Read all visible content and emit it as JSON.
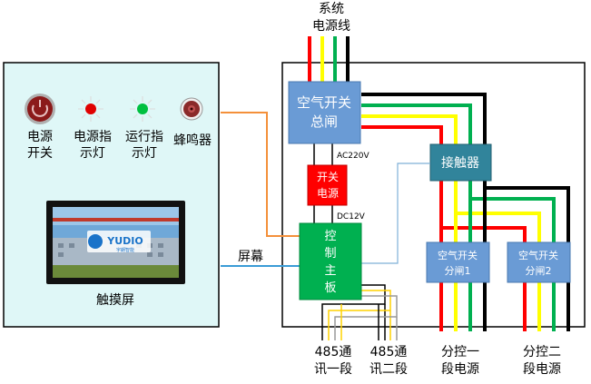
{
  "top_label": [
    "系统",
    "电源线"
  ],
  "panel": {
    "power_switch": [
      "电源",
      "开关"
    ],
    "power_light": [
      "电源指",
      "示灯"
    ],
    "run_light": [
      "运行指",
      "示灯"
    ],
    "buzzer": "蜂鸣器",
    "touchscreen": "触摸屏",
    "screen_brand": "YUDIO",
    "screen_subtitle": "宇朗智能"
  },
  "cabinet": {
    "main_breaker": [
      "空气开关",
      "总闸"
    ],
    "ac_label": "AC220V",
    "switch_psu": [
      "开关",
      "电源"
    ],
    "dc_label": "DC12V",
    "contactor": "接触器",
    "controller": [
      "控",
      "制",
      "主",
      "板"
    ],
    "branch1": [
      "空气开关",
      "分闸1"
    ],
    "branch2": [
      "空气开关",
      "分闸2"
    ]
  },
  "screen_link_label": "屏幕",
  "bottom_labels": {
    "rs485_1": [
      "485通",
      "讯一段"
    ],
    "rs485_2": [
      "485通",
      "讯二段"
    ],
    "branch_power_1": [
      "分控一",
      "段电源"
    ],
    "branch_power_2": [
      "分控二",
      "段电源"
    ]
  },
  "colors": {
    "red": "#ff0000",
    "yellow": "#ffff00",
    "green": "#00b050",
    "black": "#000000",
    "breaker_blue": "#6a9bd5",
    "contactor_teal": "#31849b",
    "controller_green": "#00b050",
    "panel_bg": "#dff7f7",
    "orange": "#f4903a",
    "cyan_link": "#3a9bd6"
  }
}
